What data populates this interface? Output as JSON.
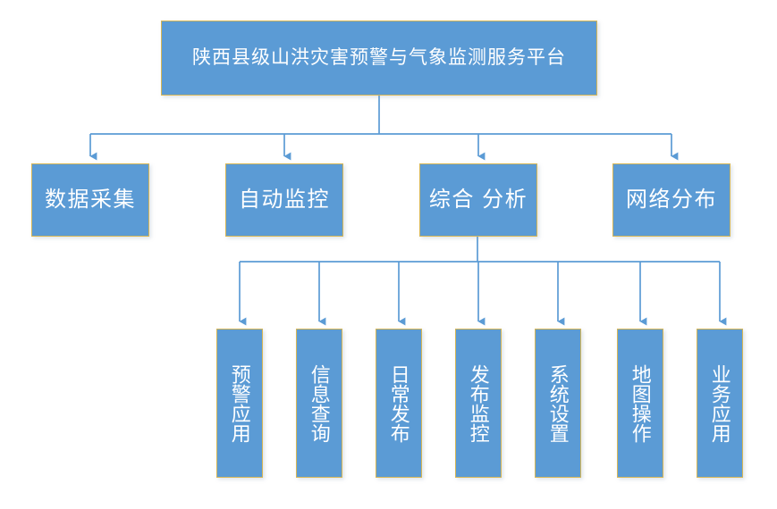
{
  "diagram": {
    "type": "organizational-hierarchy",
    "title": "陕西县级山洪灾害预警与气象监测服务平台",
    "colors": {
      "node_fill": "#5B9BD5",
      "node_border": "#D6B656",
      "connector": "#5B9BD5",
      "text": "#FFFFFF",
      "background": "#FFFFFF"
    },
    "root": {
      "label": "陕西县级山洪灾害预警与气象监测服务平台"
    },
    "level2": [
      {
        "label": "数据采集"
      },
      {
        "label": "自动监控"
      },
      {
        "label": "综合 分析"
      },
      {
        "label": "网络分布"
      }
    ],
    "level3_parent": "综合 分析",
    "level3": [
      {
        "label": "预警应用"
      },
      {
        "label": "信息查询"
      },
      {
        "label": "日常发布"
      },
      {
        "label": "发布监控"
      },
      {
        "label": "系统设置"
      },
      {
        "label": "地图操作"
      },
      {
        "label": "业务应用"
      }
    ]
  }
}
